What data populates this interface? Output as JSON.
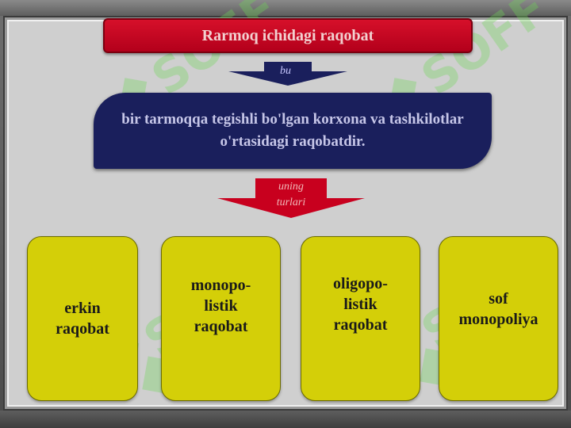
{
  "title": "Rarmoq ichidagi raqobat",
  "arrow_top_label": "bu",
  "definition": "bir tarmoqqa tegishli bo'lgan korxona va tashkilotlar o'rtasidagi raqobatdir.",
  "arrow_middle_label": "uning\nturlari",
  "types": [
    {
      "label": "erkin\nraqobat"
    },
    {
      "label": "monopo-\nlistik\nraqobat"
    },
    {
      "label": "oligopo-\nlistik\nraqobat"
    },
    {
      "label": "sof\nmonopoliya"
    }
  ],
  "watermark_text": "SOFF",
  "colors": {
    "title_fill": "#c8001e",
    "arrow_blue": "#1a1f5c",
    "arrow_red": "#c8001e",
    "definition_fill": "#1a1f5c",
    "type_fill": "#d4cf08",
    "watermark": "#6fd35a"
  }
}
